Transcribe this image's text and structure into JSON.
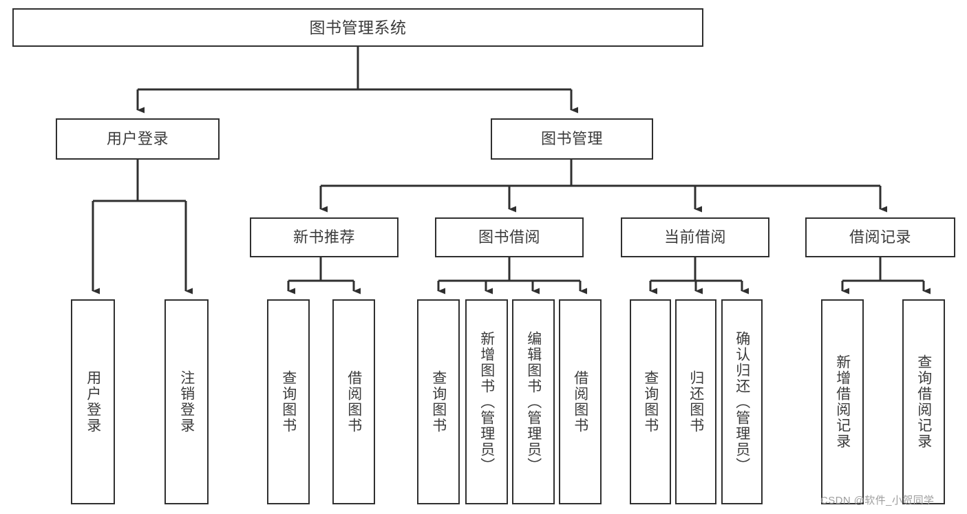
{
  "diagram": {
    "title": "图书管理系统",
    "type": "tree",
    "stroke_color": "#2f2f2f",
    "text_color": "#3b3b3b",
    "background_color": "#ffffff",
    "watermark": "CSDN @软件_小贺同学",
    "root": {
      "label": "图书管理系统"
    },
    "level1": [
      {
        "label": "用户登录"
      },
      {
        "label": "图书管理"
      }
    ],
    "level2": [
      {
        "label": "新书推荐"
      },
      {
        "label": "图书借阅"
      },
      {
        "label": "当前借阅"
      },
      {
        "label": "借阅记录"
      }
    ],
    "leaves": {
      "user_login": [
        {
          "label": "用户登录"
        },
        {
          "label": "注销登录"
        }
      ],
      "new_book_recommend": [
        {
          "label": "查询图书"
        },
        {
          "label": "借阅图书"
        }
      ],
      "book_borrow": [
        {
          "label": "查询图书"
        },
        {
          "label": "新增图书（管理员）"
        },
        {
          "label": "编辑图书（管理员）"
        },
        {
          "label": "借阅图书"
        }
      ],
      "current_borrow": [
        {
          "label": "查询图书"
        },
        {
          "label": "归还图书"
        },
        {
          "label": "确认归还（管理员）"
        }
      ],
      "borrow_record": [
        {
          "label": "新增借阅记录"
        },
        {
          "label": "查询借阅记录"
        }
      ]
    }
  }
}
